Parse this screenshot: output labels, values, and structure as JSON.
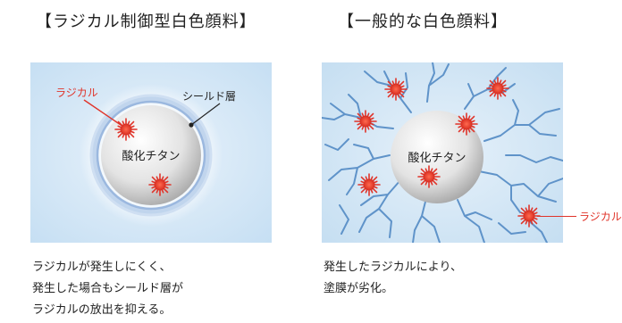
{
  "left": {
    "title": "【ラジカル制御型白色顔料】",
    "label_radical": "ラジカル",
    "label_shield": "シールド層",
    "label_titanium": "酸化チタン",
    "caption": [
      "ラジカルが発生しにくく、",
      "発生した場合もシールド層が",
      "ラジカルの放出を抑える。"
    ]
  },
  "right": {
    "title": "【一般的な白色顔料】",
    "label_titanium": "酸化チタン",
    "label_radical": "ラジカル",
    "caption": [
      "発生したラジカルにより、",
      "塗膜が劣化。"
    ]
  },
  "colors": {
    "radical": "#e0342a",
    "crack": "#5f93c9",
    "background_light": "#d4e8f6",
    "shield": "#a9c4e4"
  },
  "icons": [
    "radical-burst-icon",
    "titanium-sphere-icon",
    "shield-ring-icon",
    "crack-pattern-icon"
  ]
}
